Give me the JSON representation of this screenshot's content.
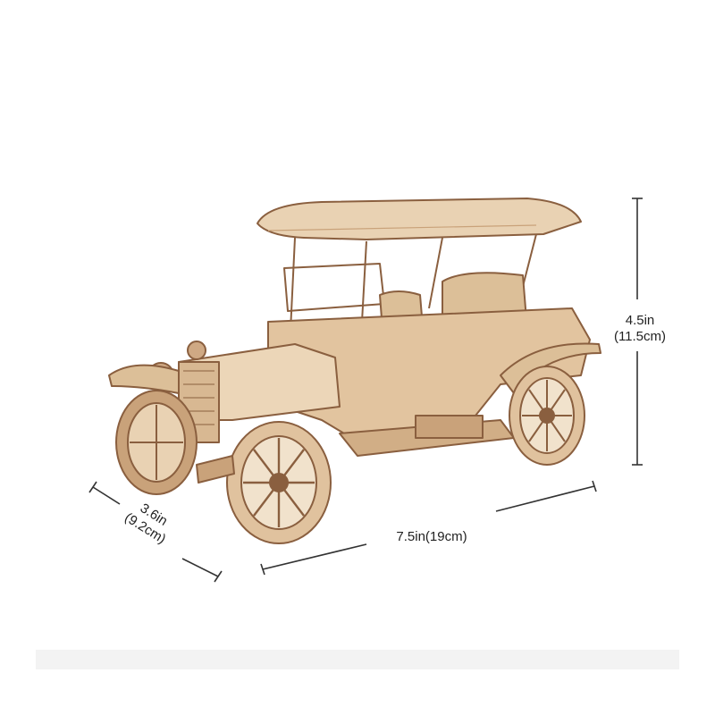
{
  "colors": {
    "wood_light": "#e9d2b3",
    "wood_mid": "#c9a27a",
    "wood_dark": "#8a5f3f",
    "dimension_line": "#333333"
  },
  "dimensions": {
    "height": {
      "imperial": "4.5in",
      "metric": "(11.5cm)"
    },
    "length": {
      "imperial": "7.5in",
      "metric": "(19cm)"
    },
    "width": {
      "imperial": "3.6in",
      "metric": "(9.2cm)"
    }
  }
}
